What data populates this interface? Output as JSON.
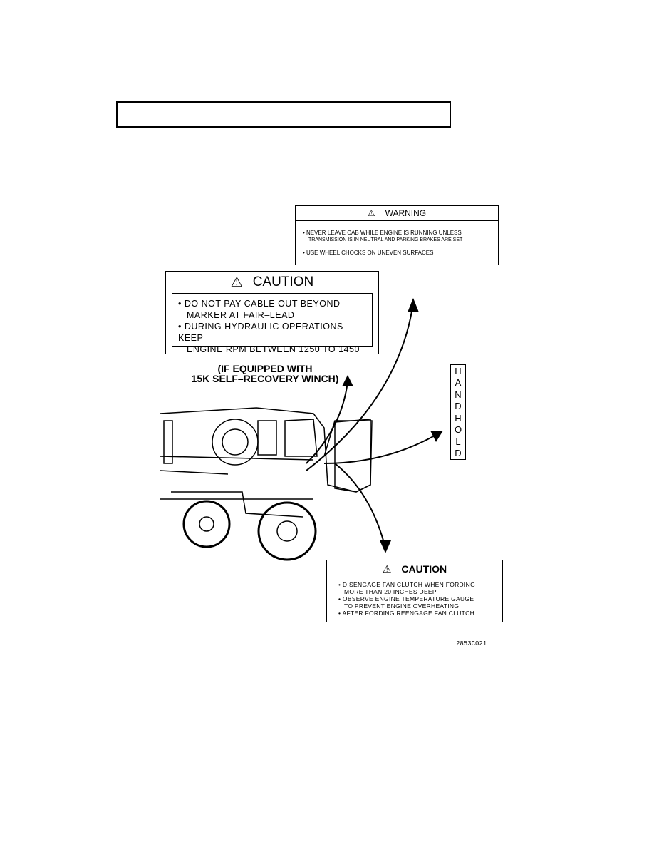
{
  "warning_sign": {
    "title": "WARNING",
    "icon": "warning-triangle-icon",
    "lines": [
      "• NEVER LEAVE CAB WHILE ENGINE IS RUNNING UNLESS",
      "TRANSMISSION IS IN NEUTRAL AND PARKING BRAKES ARE SET",
      "• USE WHEEL CHOCKS ON UNEVEN SURFACES"
    ]
  },
  "winch_caution": {
    "title": "CAUTION",
    "icon": "warning-triangle-icon",
    "lines": [
      "• DO NOT PAY CABLE OUT BEYOND",
      "MARKER AT FAIR–LEAD",
      "• DURING HYDRAULIC OPERATIONS KEEP",
      "ENGINE RPM BETWEEN 1250 TO 1450"
    ]
  },
  "winch_note": [
    "(IF EQUIPPED WITH",
    "15K SELF–RECOVERY WINCH)"
  ],
  "handhold": [
    "H",
    "A",
    "N",
    "D",
    "H",
    "O",
    "L",
    "D"
  ],
  "fording_caution": {
    "title": "CAUTION",
    "icon": "warning-triangle-icon",
    "lines": [
      "• DISENGAGE FAN CLUTCH WHEN FORDING",
      "MORE THAN 20 INCHES DEEP",
      "• OBSERVE ENGINE TEMPERATURE GAUGE",
      "TO PREVENT ENGINE OVERHEATING",
      "• AFTER FORDING REENGAGE FAN CLUTCH"
    ]
  },
  "figure_id": "2853C021"
}
